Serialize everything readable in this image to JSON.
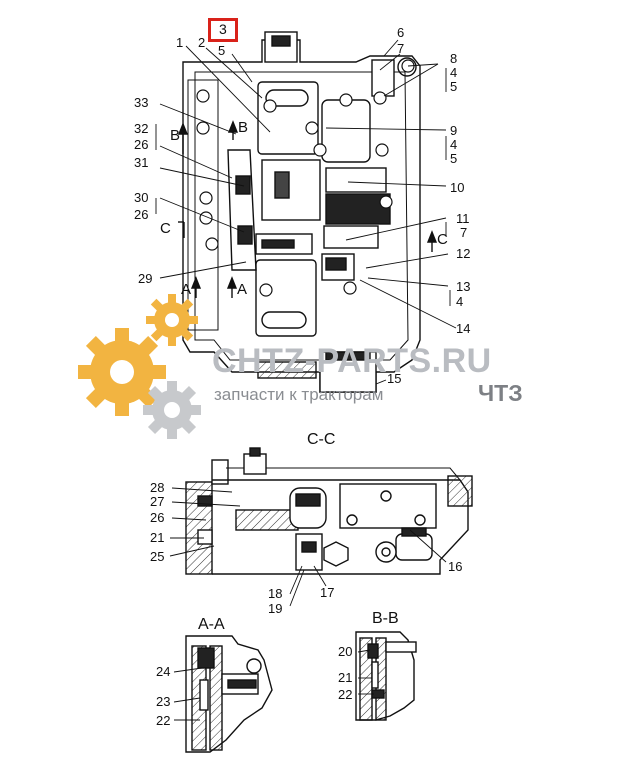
{
  "watermark": {
    "site": "CHTZ-PARTS.RU",
    "tagline": "запчасти к тракторам",
    "brand": "ЧТЗ",
    "gear_colors": [
      "#f2b441",
      "#c7c9cc"
    ]
  },
  "highlight": {
    "label": "3",
    "color": "#d9221a"
  },
  "main_view": {
    "callouts": {
      "c1": "1",
      "c2": "2",
      "c5a": "5",
      "c6": "6",
      "c7a": "7",
      "c8": "8",
      "c4a": "4",
      "c5b": "5",
      "c33": "33",
      "cB1": "B",
      "cB2": "B",
      "c32": "32",
      "c26a": "26",
      "c31": "31",
      "c9": "9",
      "c4b": "4",
      "c5c": "5",
      "c10": "10",
      "c30": "30",
      "c26b": "26",
      "cC1": "C",
      "c11": "11",
      "c7b": "7",
      "cC2": "C",
      "c12": "12",
      "c29": "29",
      "cA1": "A",
      "cA2": "A",
      "c13": "13",
      "c4c": "4",
      "c14": "14",
      "c15": "15"
    }
  },
  "section_cc": {
    "title": "C-C",
    "callouts": {
      "c28": "28",
      "c27": "27",
      "c26": "26",
      "c21": "21",
      "c25": "25",
      "c16": "16",
      "c18": "18",
      "c19": "19",
      "c17": "17"
    }
  },
  "section_aa": {
    "title": "A-A",
    "callouts": {
      "c24": "24",
      "c23": "23",
      "c22": "22"
    }
  },
  "section_bb": {
    "title": "B-B",
    "callouts": {
      "c20": "20",
      "c21": "21",
      "c22": "22"
    }
  }
}
